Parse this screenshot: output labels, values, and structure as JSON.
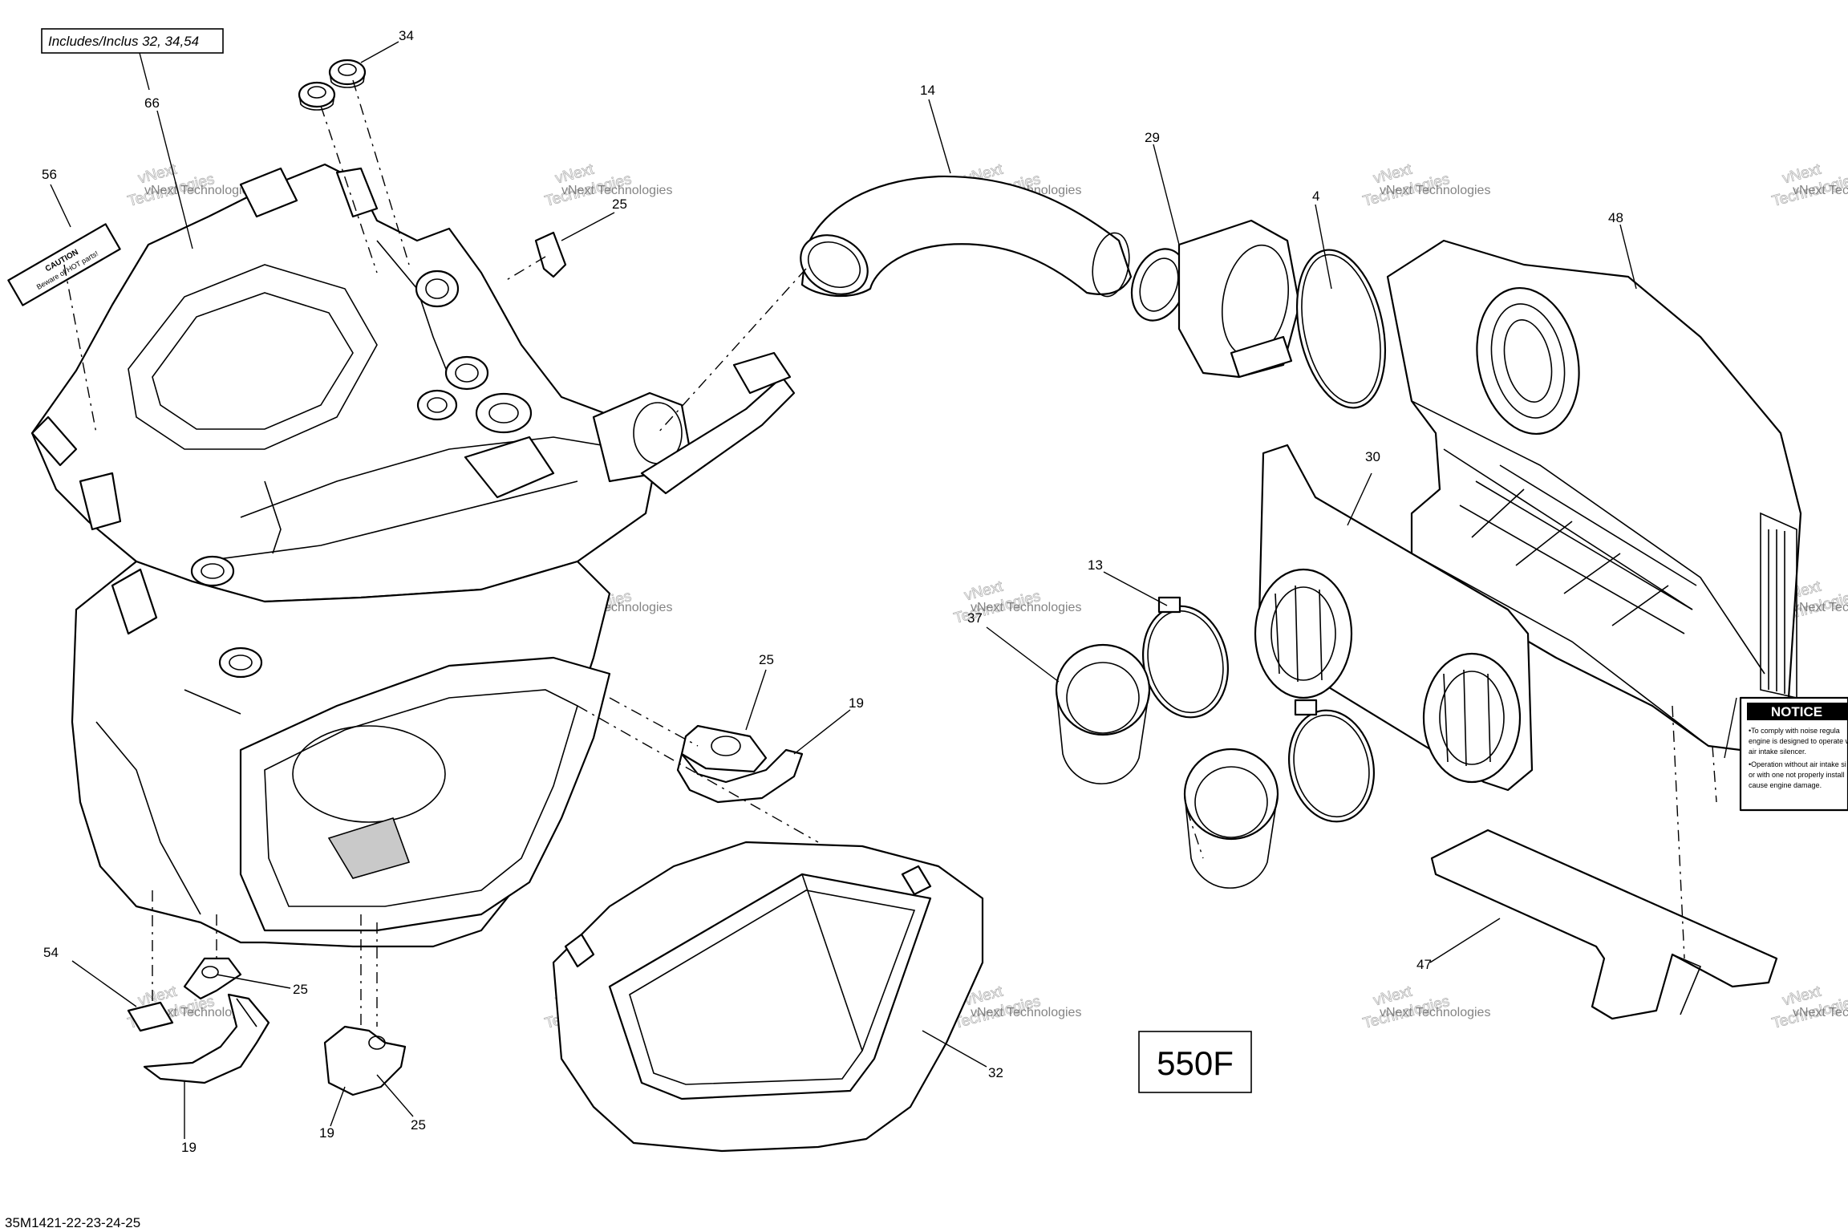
{
  "header_box": "Includes/Inclus 32, 34,54",
  "model_label": "550F",
  "drawing_number": "35M1421-22-23-24-25",
  "callouts": {
    "c34": "34",
    "c66": "66",
    "c56": "56",
    "c25a": "25",
    "c14": "14",
    "c29": "29",
    "c4": "4",
    "c48": "48",
    "c30": "30",
    "c13": "13",
    "c37": "37",
    "c25b": "25",
    "c19a": "19",
    "c54": "54",
    "c25c": "25",
    "c19b": "19",
    "c19c": "19",
    "c25d": "25",
    "c32": "32",
    "c47": "47"
  },
  "decals": {
    "caution_title": "CAUTION",
    "caution_text": "Beware of HOT parts!",
    "notice_title": "NOTICE",
    "notice_lines": [
      "•To comply with noise regula",
      "engine is designed to operate w",
      "air intake silencer.",
      "•Operation without air intake si",
      "or with one not properly install",
      "cause engine damage."
    ]
  },
  "watermark": {
    "line1": "vNext Technologies",
    "line2": "vNext",
    "line3": "Technologies"
  }
}
